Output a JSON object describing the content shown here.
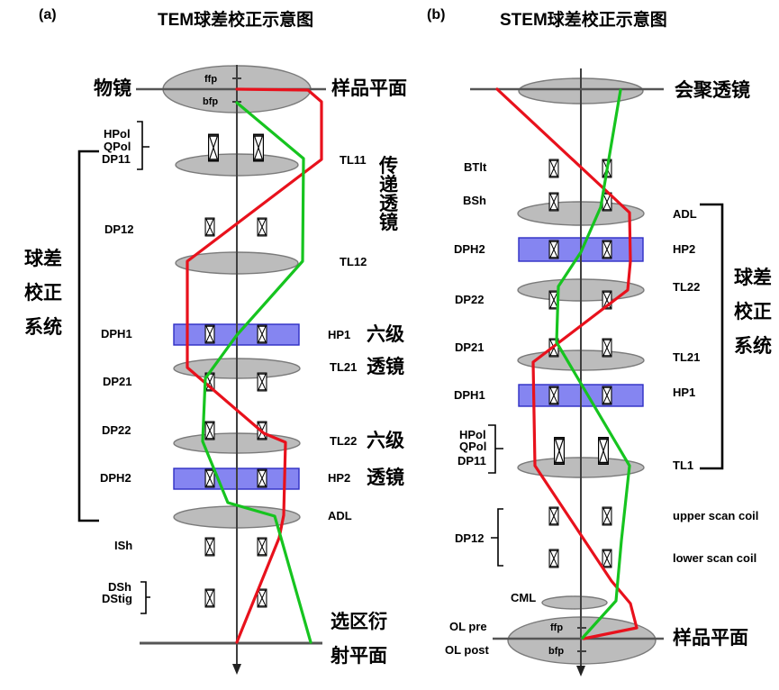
{
  "panel_a": {
    "tag": "(a)",
    "title": "TEM球差校正示意图",
    "objective": "物镜",
    "sample_plane": "样品平面",
    "ffp": "ffp",
    "bfp": "bfp",
    "hpol": "HPol",
    "qpol": "QPol",
    "dp11": "DP11",
    "dp12": "DP12",
    "corrector_system": "球差\n校正\n系统",
    "dph1": "DPH1",
    "dp21": "DP21",
    "dp22": "DP22",
    "dph2": "DPH2",
    "ish": "ISh",
    "dsh": "DSh",
    "dstig": "DStig",
    "tl11": "TL11",
    "transfer_lens": "传\n递\n透\n镜",
    "tl12": "TL12",
    "hp1": "HP1",
    "hexapole_upper_line1": "六级",
    "tl21": "TL21",
    "hexapole_upper_line2": "透镜",
    "tl22": "TL22",
    "hexapole_lower_line1": "六级",
    "hp2": "HP2",
    "hexapole_lower_line2": "透镜",
    "adl": "ADL",
    "diffraction_plane": "选区衍\n射平面"
  },
  "panel_b": {
    "tag": "(b)",
    "title": "STEM球差校正示意图",
    "condenser": "会聚透镜",
    "btlt": "BTlt",
    "bsh": "BSh",
    "dph2": "DPH2",
    "dp22": "DP22",
    "dp21": "DP21",
    "dph1": "DPH1",
    "hpol": "HPol",
    "qpol": "QPol",
    "dp11": "DP11",
    "dp12": "DP12",
    "cml": "CML",
    "ol_pre": "OL pre",
    "ol_post": "OL post",
    "ffp": "ffp",
    "bfp": "bfp",
    "adl": "ADL",
    "hp2": "HP2",
    "tl22": "TL22",
    "tl21": "TL21",
    "hp1": "HP1",
    "tl1": "TL1",
    "upper_scan_coil": "upper scan coil",
    "lower_scan_coil": "lower scan coil",
    "corrector_system": "球差\n校正\n系统",
    "sample_plane": "样品平面"
  },
  "colors": {
    "beam_red": "#e8111c",
    "beam_green": "#16c41f",
    "lens_fill": "#bcbcbc",
    "lens_stroke": "#7a7a7a",
    "hexapole_fill": "#8585f1",
    "hexapole_stroke": "#2d2dc4",
    "axis": "#3f3f3f",
    "plane_line": "#555555"
  }
}
